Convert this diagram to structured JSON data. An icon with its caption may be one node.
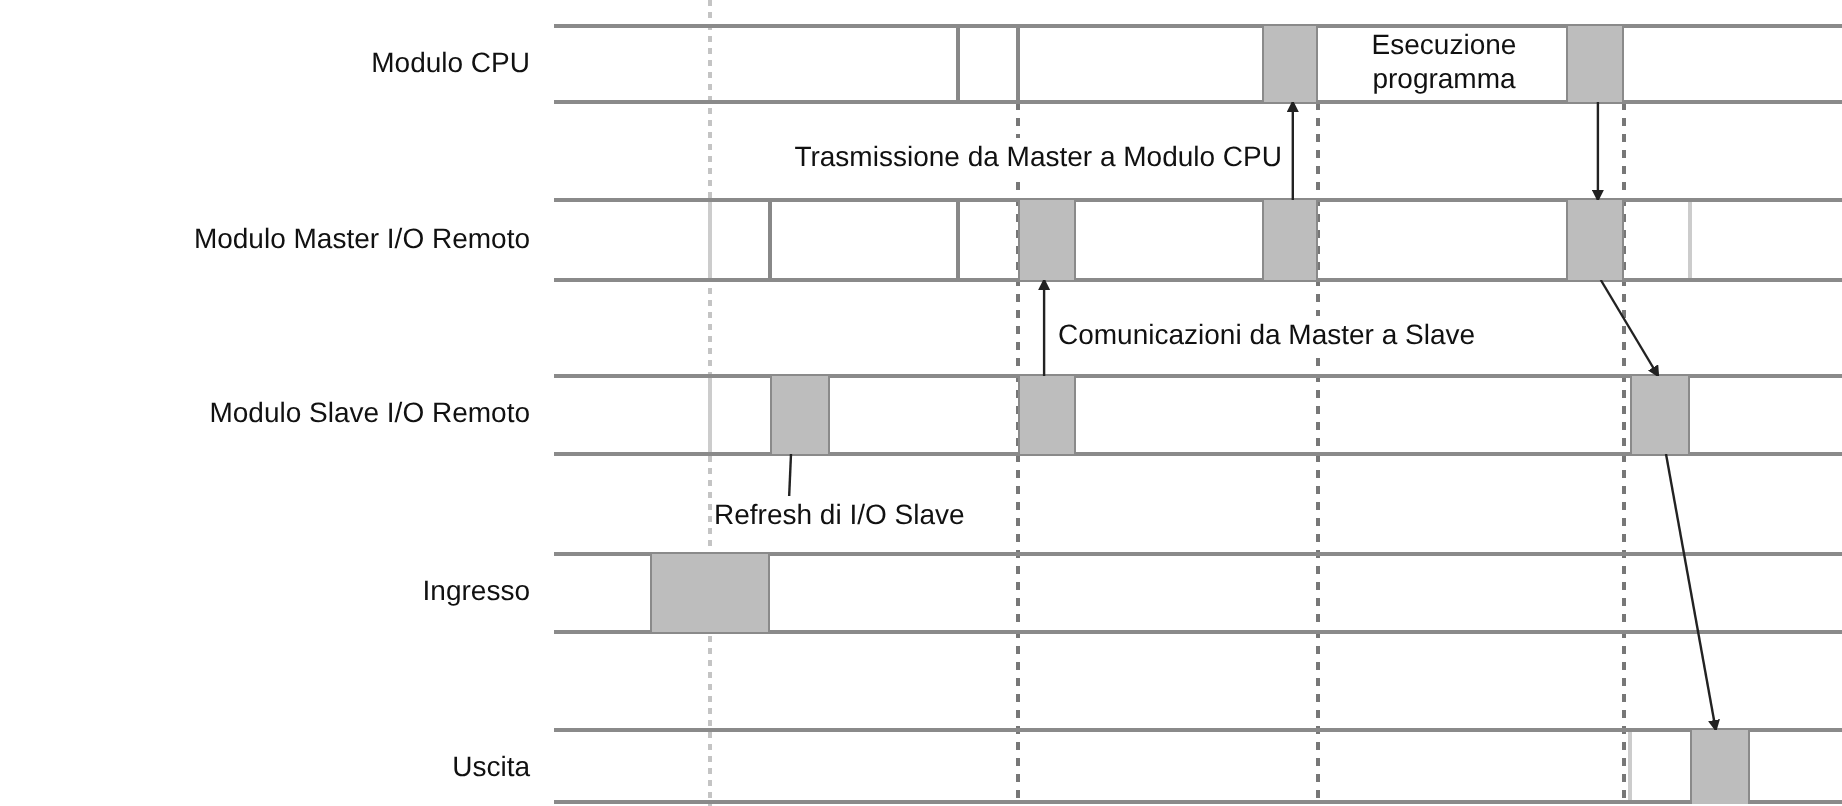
{
  "diagram": {
    "nodes": [
      {
        "text": [],
        "shape": "box"
      },
      {
        "text": [],
        "shape": "box"
      },
      {
        "text": [],
        "shape": "box"
      },
      {
        "text": [],
        "shape": "box"
      },
      {
        "text": [],
        "shape": "box"
      },
      {
        "text": [],
        "shape": "box"
      },
      {
        "text": [],
        "shape": "box"
      },
      {
        "text": [],
        "shape": "box"
      },
      {
        "text": [
          "Refresh di I/O Slave"
        ]
      },
      {
        "text": [],
        "shape": "box"
      },
      {
        "text": [],
        "shape": "box"
      }
    ],
    "edges": [
      {
        "from": 3,
        "to": 0,
        "arrow": "to",
        "label": "Trasmissione da Master a Modulo CPU"
      },
      {
        "from": 6,
        "to": 2,
        "arrow": "to",
        "label": "Comunicazioni da Master a Slave"
      },
      {
        "from": 1,
        "to": 4,
        "arrow": "to"
      },
      {
        "from": 4,
        "to": 7,
        "arrow": "to"
      },
      {
        "from": 7,
        "to": 10,
        "arrow": "to"
      },
      {
        "from": 8,
        "to": 5,
        "arrow": "none"
      }
    ],
    "labels": [
      "Modulo CPU",
      "Esecuzione programma",
      "Modulo Master I/O Remoto",
      "Modulo Slave I/O Remoto",
      "Ingresso",
      "Uscita"
    ]
  }
}
